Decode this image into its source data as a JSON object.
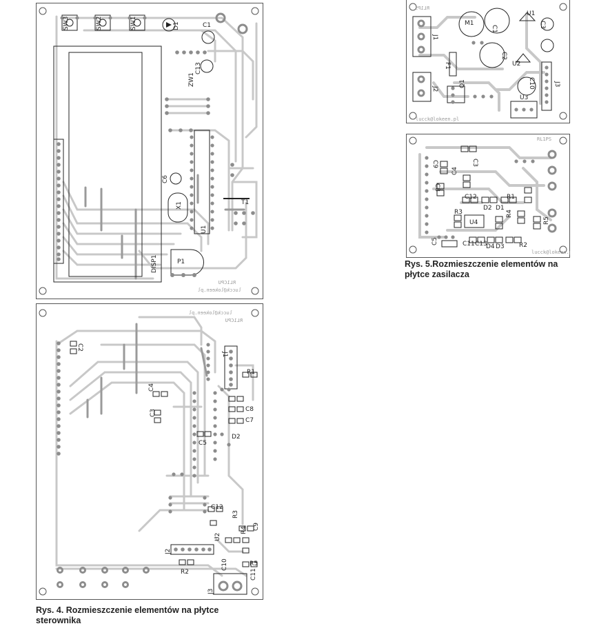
{
  "colors": {
    "board_fill": "#ffffff",
    "board_outline": "#555555",
    "trace": "#c8c8c8",
    "trace_dark": "#9a9a9a",
    "pad": "#8c8c8c",
    "silkscreen": "#222222",
    "caption": "#222222"
  },
  "controller_top": {
    "labels": {
      "sw3": "SW3",
      "sw2": "SW2",
      "sw1": "SW1",
      "d1": "D1",
      "c1": "C1",
      "c13": "C13",
      "zw1": "ZW1",
      "c6": "C6",
      "x1": "X1",
      "u1": "U1",
      "t1": "T1",
      "disp1": "DISP1",
      "p1": "P1",
      "name": "RL1CPU",
      "author": "lucck@lokeen.pl"
    }
  },
  "controller_bottom": {
    "labels": {
      "name": "RL1CPU",
      "author": "lucck@lokeen.pl",
      "c2": "C2",
      "j1": "J1",
      "r1": "R1",
      "c4": "C4",
      "c3": "C3",
      "c8": "C8",
      "c7": "C7",
      "d2": "D2",
      "c5": "C5",
      "c12": "C12",
      "r3": "R3",
      "r4": "R4",
      "c9": "C9",
      "u2": "U2",
      "j2": "J2",
      "r2": "R2",
      "c10": "C10",
      "r5": "R5",
      "c11": "C11",
      "j3": "J3"
    }
  },
  "psu_top": {
    "labels": {
      "name": "RL1PS",
      "m1": "M1",
      "c1": "C1",
      "u1": "U1",
      "c2": "C2",
      "c3": "C3",
      "u2": "U2",
      "j1": "J1",
      "f1": "F1",
      "j2": "J2",
      "q1": "Q1",
      "c10": "C10",
      "j3": "J3",
      "u3": "U3",
      "author": "lucck@lokeen.pl"
    }
  },
  "psu_bottom": {
    "labels": {
      "name": "RL1PS",
      "c9": "C9",
      "c3": "C3",
      "c8": "C8",
      "c4": "C4",
      "c12": "C12",
      "r1": "R1",
      "d2": "D2",
      "d1": "D1",
      "r3": "R3",
      "u4": "U4",
      "r4": "R4",
      "r5": "R5",
      "c5": "C5",
      "c11": "C11",
      "c13": "C13",
      "d4": "D4",
      "d3": "D3",
      "r2": "R2",
      "author": "lucck@lokeen.pl"
    }
  },
  "captions": {
    "fig5": {
      "line1": "Rys. 5.Rozmieszczenie elementów na",
      "line2": "płytce zasilacza"
    },
    "fig4": {
      "line1": "Rys. 4. Rozmieszczenie elementów na płytce",
      "line2": "sterownika"
    }
  }
}
